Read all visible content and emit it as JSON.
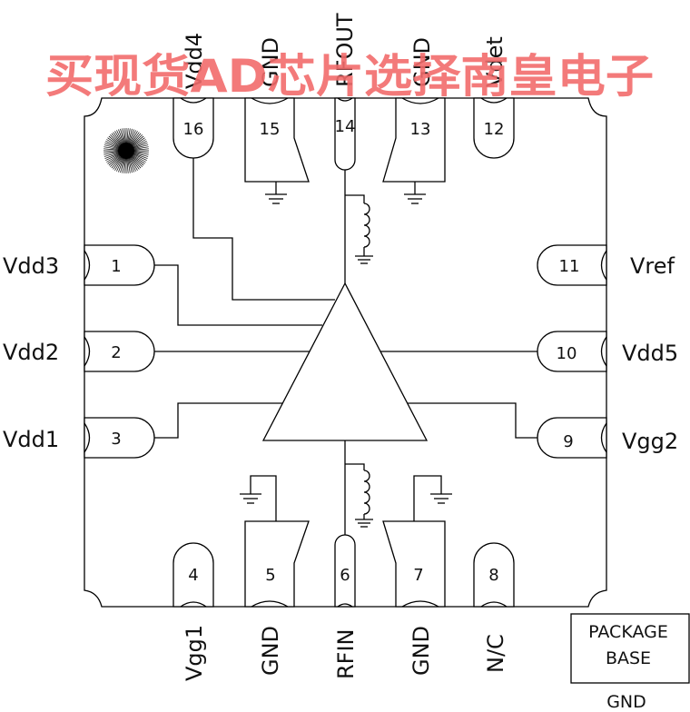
{
  "watermark": "买现货AD芯片选择南皇电子",
  "pins": {
    "p1": {
      "num": "1",
      "name": "Vdd3"
    },
    "p2": {
      "num": "2",
      "name": "Vdd2"
    },
    "p3": {
      "num": "3",
      "name": "Vdd1"
    },
    "p4": {
      "num": "4",
      "name": "Vgg1"
    },
    "p5": {
      "num": "5",
      "name": "GND"
    },
    "p6": {
      "num": "6",
      "name": "RFIN"
    },
    "p7": {
      "num": "7",
      "name": "GND"
    },
    "p8": {
      "num": "8",
      "name": "N/C"
    },
    "p9": {
      "num": "9",
      "name": "Vgg2"
    },
    "p10": {
      "num": "10",
      "name": "Vdd5"
    },
    "p11": {
      "num": "11",
      "name": "Vref"
    },
    "p12": {
      "num": "12",
      "name": "Vdet"
    },
    "p13": {
      "num": "13",
      "name": "GND"
    },
    "p14": {
      "num": "14",
      "name": "RFOUT"
    },
    "p15": {
      "num": "15",
      "name": "GND"
    },
    "p16": {
      "num": "16",
      "name": "Vdd4"
    }
  },
  "package_base": {
    "line1": "PACKAGE",
    "line2": "BASE",
    "caption": "GND"
  }
}
